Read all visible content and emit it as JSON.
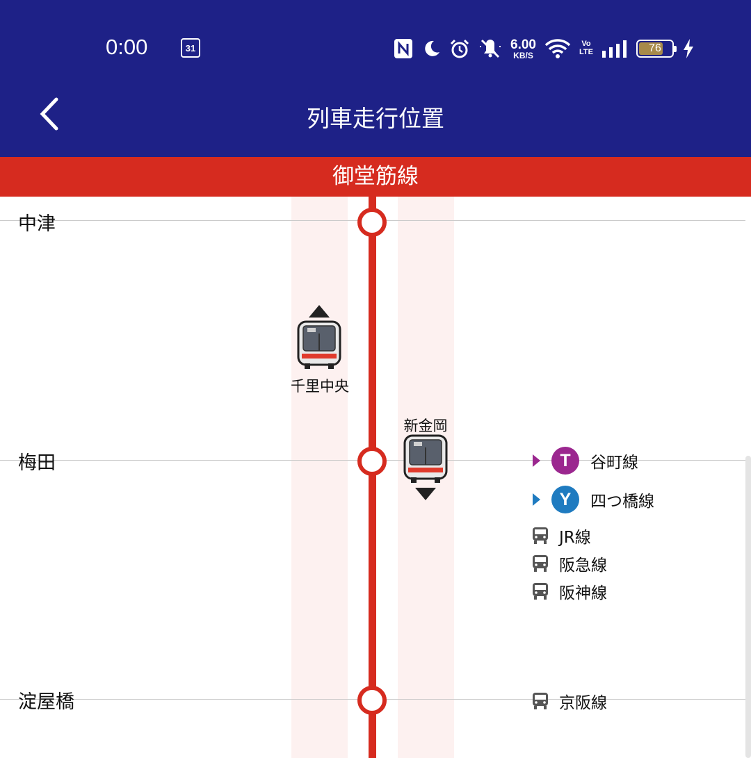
{
  "status_bar": {
    "time": "0:00",
    "calendar_day": "31",
    "net_speed_value": "6.00",
    "net_speed_unit": "KB/S",
    "volte_top": "Vo",
    "volte_bottom": "LTE",
    "battery_level": "76",
    "battery_fraction": 0.76,
    "icons": [
      "nfc-icon",
      "moon-icon",
      "alarm-icon",
      "mute-icon",
      "wifi-icon",
      "signal-icon",
      "charging-icon"
    ]
  },
  "header": {
    "title": "列車走行位置",
    "back_icon": "chevron-left-icon"
  },
  "line": {
    "name": "御堂筋線",
    "color": "#d62b1f"
  },
  "colors": {
    "header_bg": "#1e2187",
    "lane_bg": "#fdf1f0",
    "tanimachi": "#9b278f",
    "yotsubashi": "#1f7bc0",
    "bus_icon": "#555555"
  },
  "stations": [
    {
      "name": "中津"
    },
    {
      "name": "梅田"
    },
    {
      "name": "淀屋橋"
    }
  ],
  "trains": [
    {
      "destination": "千里中央",
      "direction": "up"
    },
    {
      "destination": "新金岡",
      "direction": "down"
    }
  ],
  "transfers": {
    "umeda": [
      {
        "type": "subway",
        "letter": "T",
        "name": "谷町線",
        "color": "#9b278f"
      },
      {
        "type": "subway",
        "letter": "Y",
        "name": "四つ橋線",
        "color": "#1f7bc0"
      },
      {
        "type": "rail",
        "name": "JR線"
      },
      {
        "type": "rail",
        "name": "阪急線"
      },
      {
        "type": "rail",
        "name": "阪神線"
      }
    ],
    "yodoyabashi": [
      {
        "type": "rail",
        "name": "京阪線"
      }
    ]
  }
}
